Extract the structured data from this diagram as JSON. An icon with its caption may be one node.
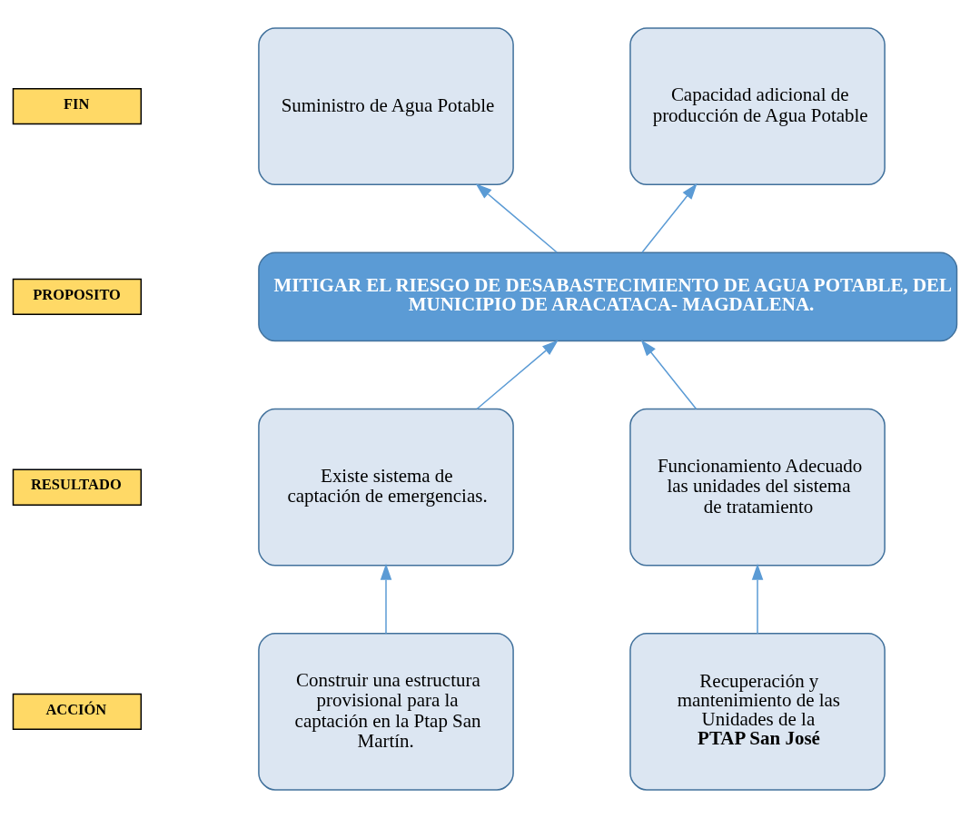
{
  "diagram": {
    "nodes": [
      {
        "text": [
          "FIN"
        ]
      },
      {
        "text": [
          "Suministro de Agua Potable"
        ]
      },
      {
        "text": [
          "Capacidad adicional de producción de Agua Potable"
        ]
      },
      {
        "text": [
          "PROPOSITO"
        ]
      },
      {
        "text": [
          "MITIGAR EL RIESGO DE DESABASTECIMIENTO DE AGUA POTABLE, DEL MUNICIPIO DE ARACATACA- MAGDALENA."
        ]
      },
      {
        "text": [
          "RESULTADO"
        ]
      },
      {
        "text": [
          "Existe sistema de captación de emergencias."
        ]
      },
      {
        "text": [
          "Funcionamiento Adecuado las unidades del sistema de tratamiento"
        ]
      },
      {
        "text": [
          "ACCIÓN"
        ]
      },
      {
        "text": [
          "Construir una estructura provisional para la captación en la Ptap San Martín."
        ]
      },
      {
        "text": [
          "Recuperación y mantenimiento de las Unidades de la **PTAP San José**"
        ]
      }
    ],
    "edges": [
      {
        "from": 4,
        "to": 1,
        "arrow": "to"
      },
      {
        "from": 4,
        "to": 2,
        "arrow": "to"
      },
      {
        "from": 6,
        "to": 4,
        "arrow": "to"
      },
      {
        "from": 7,
        "to": 4,
        "arrow": "to"
      },
      {
        "from": 9,
        "to": 6,
        "arrow": "to"
      },
      {
        "from": 10,
        "to": 7,
        "arrow": "to"
      }
    ]
  }
}
